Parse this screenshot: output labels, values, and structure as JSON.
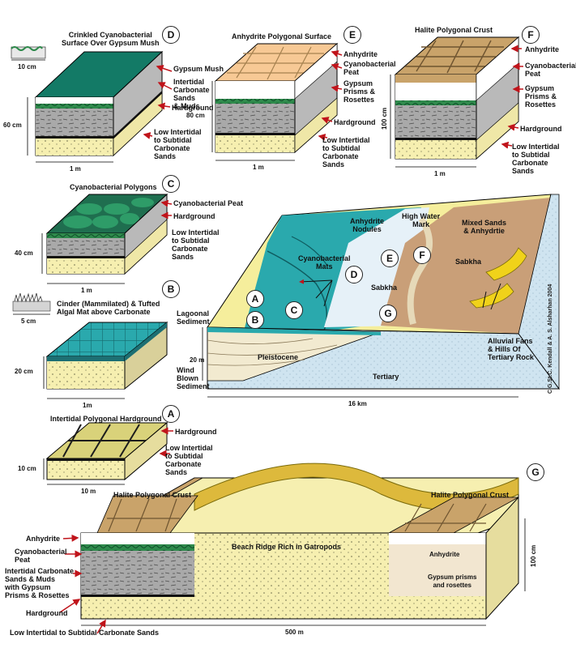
{
  "colors": {
    "teal": "#2aa9ad",
    "dark_green": "#1f6e4f",
    "green_mat": "#2f8a4c",
    "sand": "#f6efb0",
    "gray_rock": "#a9a9a9",
    "anhydrite": "#ffffff",
    "halite": "#c9a36a",
    "sabkha": "#c99f78",
    "tertiary": "#cfe4f0",
    "arrow_red": "#c0141b"
  },
  "panel_D": {
    "badge": "D",
    "title": "Crinkled Cyanobacterial\nSurface Over Gypsum Mush",
    "inset_scale": "10 cm",
    "labels": [
      "Gypsum Mush",
      "Intertidal\nCarbonate\nSands\n& Muds",
      "Hardground",
      "Low Intertidal\nto Subtidal\nCarbonate\nSands"
    ],
    "depth": "60 cm",
    "width": "1 m"
  },
  "panel_E": {
    "badge": "E",
    "title": "Anhydrite Polygonal Surface",
    "labels": [
      "Anhydrite",
      "Cyanobacterial\nPeat",
      "Gypsum\nPrisms &\nRosettes",
      "Hardground",
      "Low Intertidal\nto Subtidal\nCarbonate\nSands"
    ],
    "depth": "80 cm",
    "width": "1 m"
  },
  "panel_F": {
    "badge": "F",
    "title": "Halite Polygonal Crust",
    "labels": [
      "Anhydrite",
      "Cyanobacterial\nPeat",
      "Gypsum\nPrisms &\nRosettes",
      "Hardground",
      "Low Intertidal\nto Subtidal\nCarbonate\nSands"
    ],
    "depth": "100 cm",
    "width": "1 m"
  },
  "panel_C": {
    "badge": "C",
    "title": "Cyanobacterial Polygons",
    "labels": [
      "Cyanobacterial Peat",
      "Hardground",
      "Low Intertidal\nto Subtidal\nCarbonate\nSands"
    ],
    "depth": "40 cm",
    "width": "1 m"
  },
  "panel_B": {
    "badge": "B",
    "title": "Cinder (Mammilated) & Tufted\nAlgal Mat above Carbonate",
    "inset_scale": "5 cm",
    "depth": "20 cm",
    "width": "1m"
  },
  "panel_A": {
    "badge": "A",
    "title": "Intertidal Polygonal Hardground",
    "labels": [
      "Hardground",
      "Low Intertidal\nto Subtidal\nCarbonate\nSands"
    ],
    "depth": "10 cm",
    "width": "10 m"
  },
  "main_block": {
    "labels": {
      "anhydrite_nodules": "Anhydrite\nNodules",
      "high_water_mark": "High Water\nMark",
      "mixed_sands": "Mixed Sands\n& Anhydrtie",
      "cyanobacterial_mats": "Cyanobacterial\nMats",
      "sabkha_1": "Sabkha",
      "sabkha_2": "Sabkha",
      "lagoonal": "Lagoonal\nSediment",
      "pleistocene": "Pleistocene",
      "wind_blown": "Wind\nBlown\nSediment",
      "depth": "20 m",
      "tertiary": "Tertiary",
      "alluvial": "Alluvial Fans\n& Hills Of\nTertiary Rock",
      "width": "16 km"
    },
    "badges": [
      "A",
      "B",
      "C",
      "D",
      "E",
      "F",
      "G"
    ],
    "credit": "C.G.St.C. Kendall & A. S. Alsharhan 2004"
  },
  "panel_G": {
    "badge": "G",
    "title_left": "Halite Polygonal Crust",
    "title_right": "Halite Polygonal Crust",
    "labels_left": [
      "Anhydrite",
      "Cyanobacterial\nPeat",
      "Intertidal Carbonate\nSands & Muds\nwith Gypsum\nPrisms & Rosettes",
      "Hardground",
      "Low Intertidal to Subtidal Carbonate  Sands"
    ],
    "beach": "Beach Ridge Rich in Gatropods",
    "anhydrite_right": "Anhydrite",
    "gypsum_right": "Gypsum prisms\nand rosettes",
    "depth": "100 cm",
    "width": "500 m"
  }
}
